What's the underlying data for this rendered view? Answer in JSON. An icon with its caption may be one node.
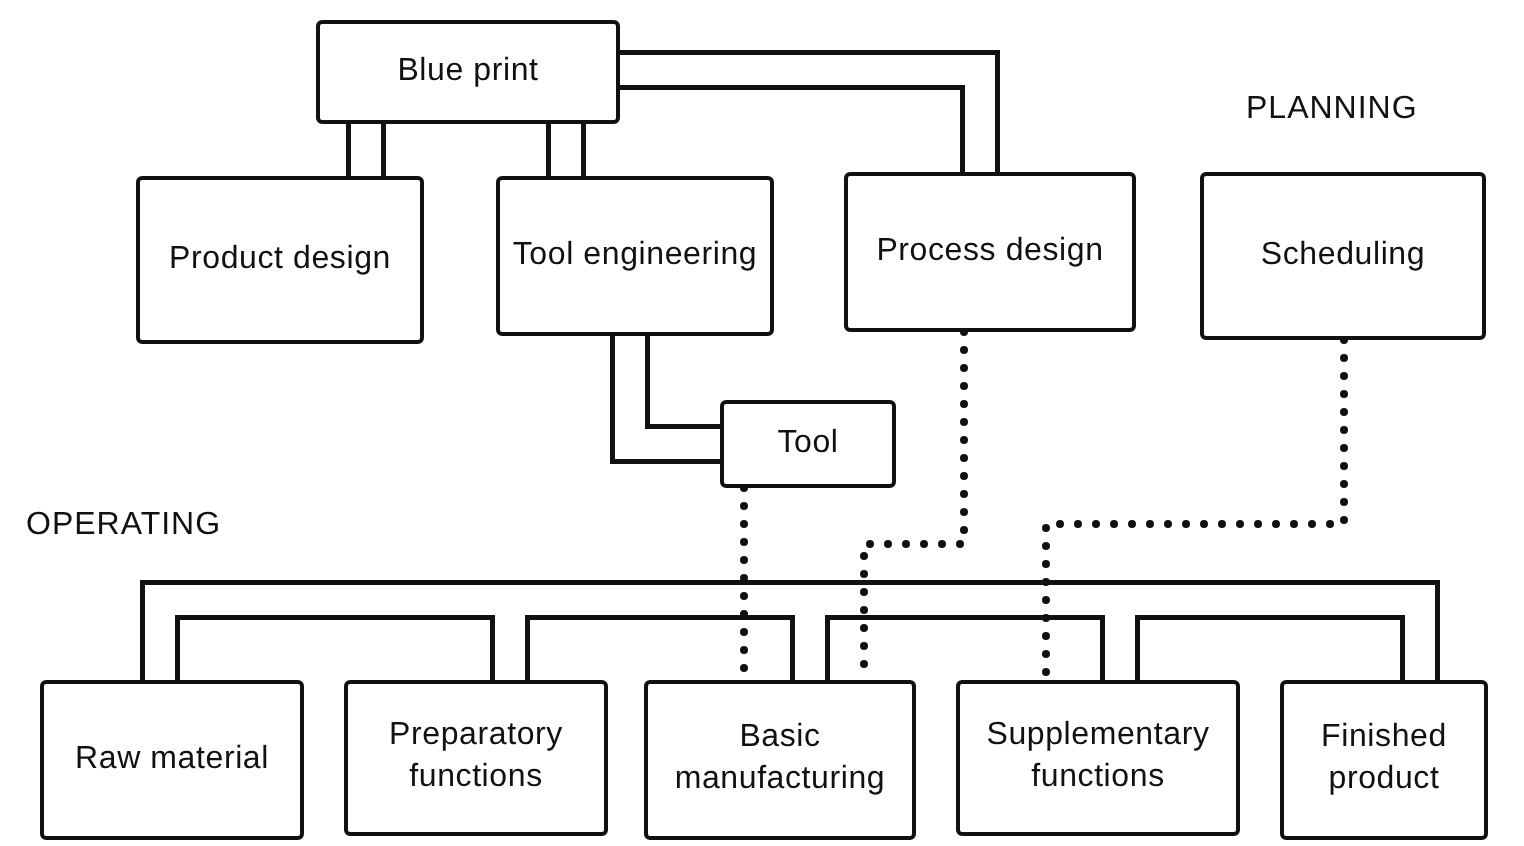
{
  "diagram": {
    "nodes": [
      {
        "text": [
          "Blue print"
        ]
      },
      {
        "text": [
          "Product design"
        ]
      },
      {
        "text": [
          "Tool engineering"
        ]
      },
      {
        "text": [
          "Process design"
        ]
      },
      {
        "text": [
          "Scheduling"
        ]
      },
      {
        "text": [
          "Tool"
        ]
      },
      {
        "text": [
          "Raw material"
        ]
      },
      {
        "text": [
          "Preparatory functions"
        ]
      },
      {
        "text": [
          "Basic manufacturing"
        ]
      },
      {
        "text": [
          "Supplementary functions"
        ]
      },
      {
        "text": [
          "Finished product"
        ]
      }
    ],
    "edges": [
      {
        "from": 0,
        "to": 1,
        "arrow": "none"
      },
      {
        "from": 0,
        "to": 2,
        "arrow": "none"
      },
      {
        "from": 0,
        "to": 3,
        "arrow": "none"
      },
      {
        "from": 2,
        "to": 5,
        "arrow": "none"
      },
      {
        "from": 6,
        "to": 7,
        "arrow": "none"
      },
      {
        "from": 7,
        "to": 8,
        "arrow": "none"
      },
      {
        "from": 8,
        "to": 9,
        "arrow": "none"
      },
      {
        "from": 9,
        "to": 10,
        "arrow": "none"
      },
      {
        "from": 6,
        "to": 10,
        "arrow": "none"
      },
      {
        "from": 5,
        "to": 8,
        "arrow": "none",
        "style": "dashed"
      },
      {
        "from": 3,
        "to": 8,
        "arrow": "none",
        "style": "dashed"
      },
      {
        "from": 4,
        "to": 9,
        "arrow": "none",
        "style": "dashed"
      }
    ],
    "labels": [
      "PLANNING",
      "OPERATING"
    ]
  }
}
